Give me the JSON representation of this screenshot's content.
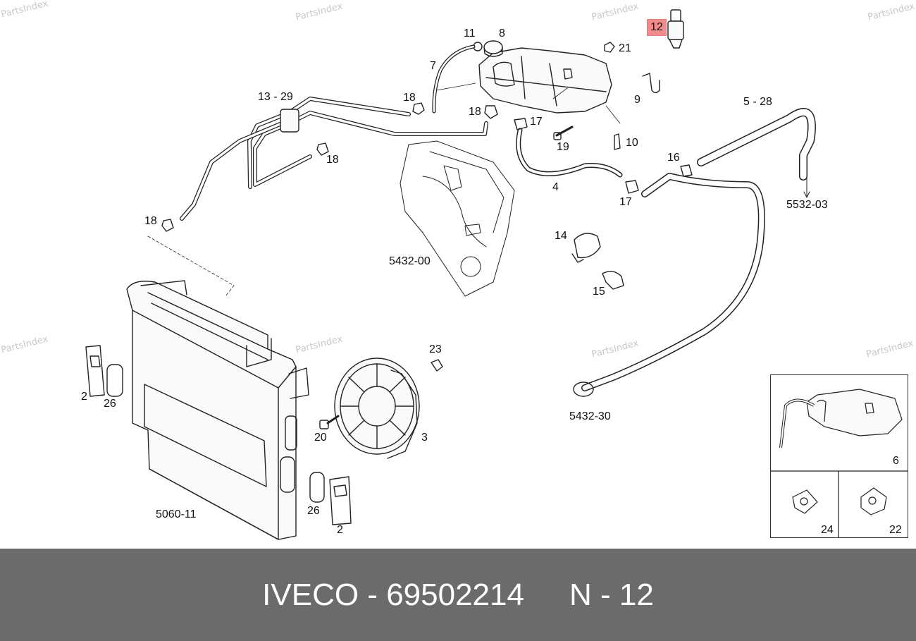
{
  "callouts": {
    "c11": "11",
    "c8": "8",
    "c12": "12",
    "c21": "21",
    "c7": "7",
    "c13_29": "13 - 29",
    "c18a": "18",
    "c18b": "18",
    "c17a": "17",
    "c9": "9",
    "c5_28": "5 - 28",
    "c19": "19",
    "c10": "10",
    "c18c": "18",
    "c16": "16",
    "c4": "4",
    "c17b": "17",
    "c5532_03": "5532-03",
    "c18d": "18",
    "c14": "14",
    "c5432_00": "5432-00",
    "c15": "15",
    "c23": "23",
    "c2a": "2",
    "c26a": "26",
    "c20": "20",
    "c3": "3",
    "c5432_30": "5432-30",
    "c6": "6",
    "c26b": "26",
    "c5060_11": "5060-11",
    "c2b": "2",
    "c24": "24",
    "c22": "22"
  },
  "watermark": "PartsIndex",
  "footer": {
    "brand": "IVECO",
    "separator": " - ",
    "part_number": "69502214",
    "ref_prefix": "N - ",
    "ref_number": "12"
  },
  "colors": {
    "footer_bg": "#6b6b6b",
    "highlight": "#f28b8b"
  }
}
